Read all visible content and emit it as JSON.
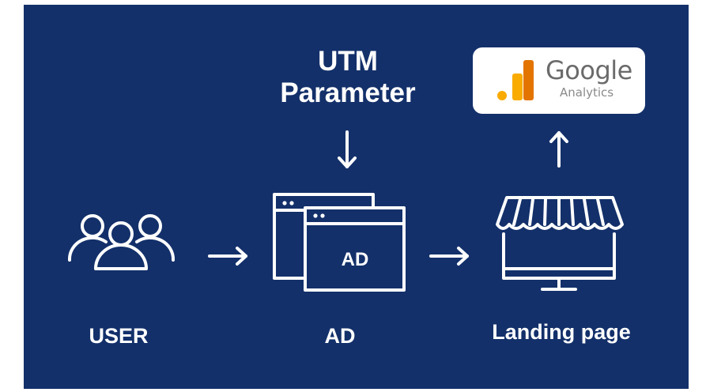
{
  "top_label": {
    "line1": "UTM",
    "line2": "Parameter"
  },
  "ga_logo": {
    "brand": "Google",
    "product": "Analytics",
    "bar_colors": [
      "#f9ab00",
      "#e37400"
    ]
  },
  "nodes": [
    {
      "label": "USER",
      "icon": "users-icon"
    },
    {
      "label": "AD",
      "icon": "browser-windows-icon",
      "window_text": "AD"
    },
    {
      "label": "Landing page",
      "icon": "storefront-monitor-icon"
    }
  ],
  "colors": {
    "background": "#13306a",
    "foreground": "#ffffff"
  }
}
